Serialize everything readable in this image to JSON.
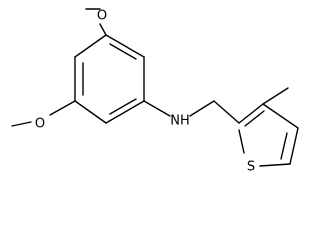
{
  "structure": {
    "atoms": [
      {
        "id": "o_top",
        "symbol": "O"
      },
      {
        "id": "o_left",
        "symbol": "O"
      },
      {
        "id": "n",
        "symbol": "NH"
      },
      {
        "id": "s",
        "symbol": "S"
      }
    ]
  }
}
